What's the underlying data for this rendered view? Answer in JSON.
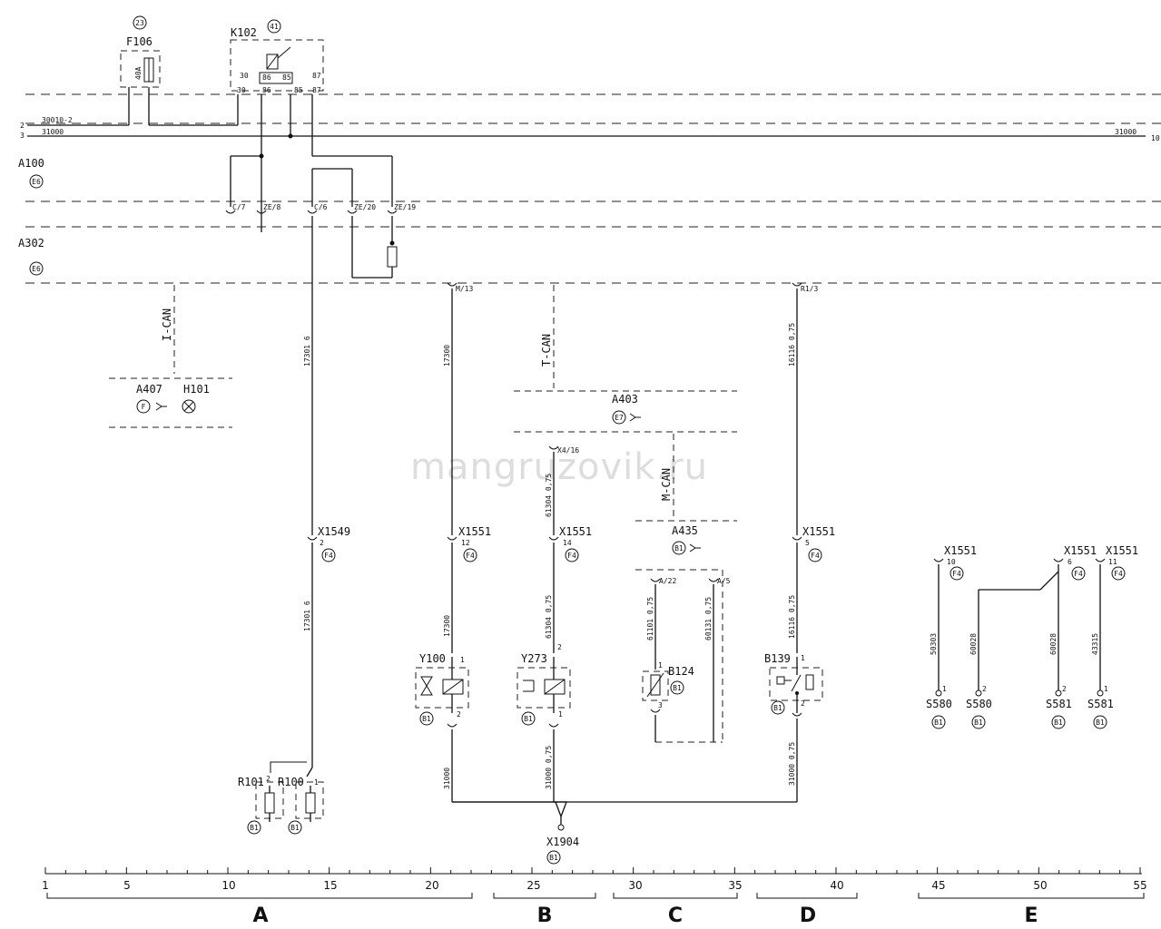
{
  "watermark": "mangruzovik.ru",
  "edges": {
    "left_a": "2",
    "left_b": "3",
    "right": "10"
  },
  "rails": {
    "w30010": "30010-2",
    "w31000_left": "31000",
    "w31000_right": "31000"
  },
  "units": {
    "a100": "A100",
    "a302": "A302",
    "a407": "A407",
    "h101": "H101",
    "a403": "A403",
    "a435": "A435"
  },
  "bus": {
    "ican": "I-CAN",
    "tcan": "T-CAN",
    "mcan": "M-CAN"
  },
  "zone_refs": {
    "e6a": "E6",
    "e6b": "E6",
    "f": "F",
    "e7": "E7",
    "b1a435": "B1",
    "f4_1549": "F4",
    "f4_12": "F4",
    "f4_14": "F4",
    "f4_5": "F4",
    "f4_10": "F4",
    "f4_6": "F4",
    "f4_11": "F4",
    "b1y100": "B1",
    "b1y273": "B1",
    "b1b124": "B1",
    "b1b139": "B1",
    "b1r101": "B1",
    "b1r100": "B1",
    "b1x1904": "B1",
    "b1s580a": "B1",
    "b1s580b": "B1",
    "b1s581a": "B1",
    "b1s581b": "B1",
    "n23": "23",
    "n41": "41"
  },
  "fuse": {
    "name": "F106",
    "rating": "40A"
  },
  "relay": {
    "name": "K102",
    "pins": [
      "30",
      "86",
      "85",
      "87"
    ],
    "inner": [
      "86",
      "85"
    ],
    "pins_top": [
      "30",
      "87"
    ]
  },
  "a100_pins": [
    "C/7",
    "ZE/8",
    "C/6",
    "ZE/20",
    "ZE/19"
  ],
  "a302_pins": {
    "m13": "M/13",
    "r13": "R1/3",
    "x416": "X4/16",
    "a22": "A/22",
    "a5": "A/5"
  },
  "connectors": {
    "x1549": {
      "name": "X1549",
      "pin": "2"
    },
    "x1551_12": {
      "name": "X1551",
      "pin": "12"
    },
    "x1551_14": {
      "name": "X1551",
      "pin": "14"
    },
    "x1551_5": {
      "name": "X1551",
      "pin": "5"
    },
    "x1551_10": {
      "name": "X1551",
      "pin": "10"
    },
    "x1551_6": {
      "name": "X1551",
      "pin": "6"
    },
    "x1551_11": {
      "name": "X1551",
      "pin": "11"
    },
    "x1904": {
      "name": "X1904"
    }
  },
  "wires": {
    "w17301a": "17301  6",
    "w17301b": "17301  6",
    "w17300a": "17300",
    "w17300b": "17300",
    "w61304a": "61304  0,75",
    "w61304b": "61304  0,75",
    "w61101": "61101  0,75",
    "w60131": "60131  0,75",
    "w16116a": "16116  0,75",
    "w16116b": "16116  0,75",
    "w31000a": "31000",
    "w31000b": "31000  0,75",
    "w31000c": "31000  0,75",
    "w50303": "50303",
    "w60028a": "60028",
    "w60028b": "60028",
    "w43315": "43315"
  },
  "components": {
    "y100": {
      "name": "Y100",
      "pin_top": "1",
      "pin_bottom": "2"
    },
    "y273": {
      "name": "Y273",
      "pin_top": "2",
      "pin_bottom": "1"
    },
    "b124": {
      "name": "B124",
      "pin_top": "1",
      "pin_bottom": "3"
    },
    "b139": {
      "name": "B139",
      "pin_top": "1",
      "pin_bottom": "2"
    },
    "r101": {
      "name": "R101",
      "pin": "2"
    },
    "r100": {
      "name": "R100",
      "pin": "1"
    },
    "s580a": {
      "name": "S580",
      "pin": "1"
    },
    "s580b": {
      "name": "S580",
      "pin": "2"
    },
    "s581a": {
      "name": "S581",
      "pin": "2"
    },
    "s581b": {
      "name": "S581",
      "pin": "1"
    }
  },
  "scale": {
    "major": [
      "1",
      "5",
      "10",
      "15",
      "20",
      "25",
      "30",
      "35",
      "40",
      "45",
      "50",
      "55"
    ],
    "sections": [
      "A",
      "B",
      "C",
      "D",
      "E"
    ]
  }
}
